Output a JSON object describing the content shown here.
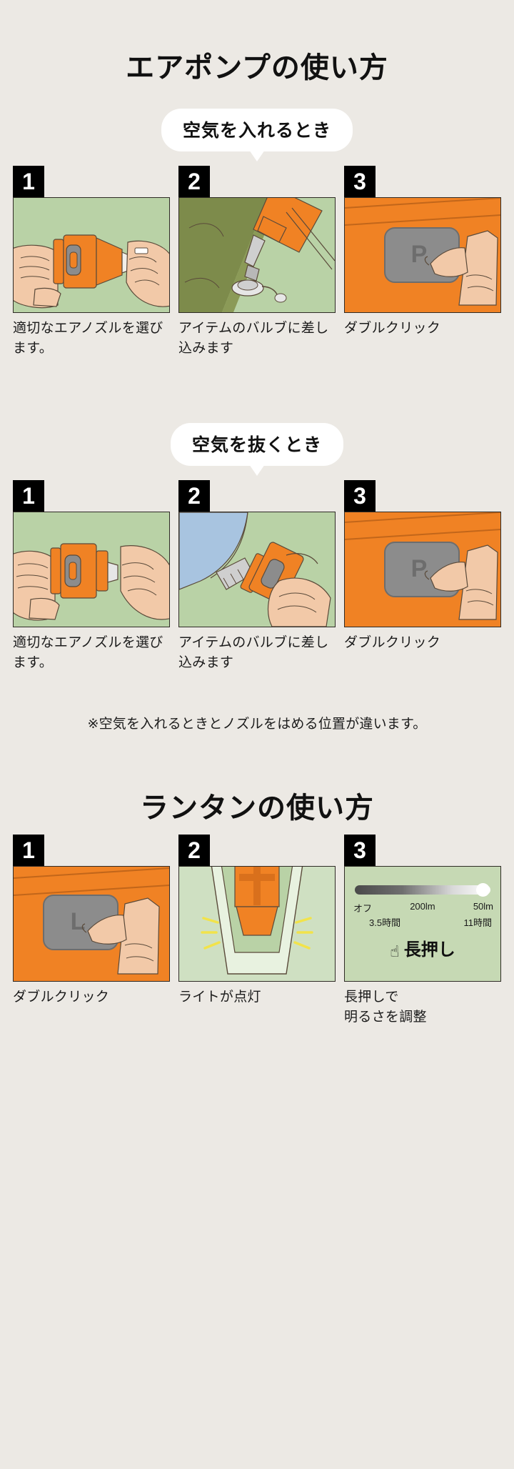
{
  "theme": {
    "background": "#ece9e4",
    "accent_orange": "#f08224",
    "panel_green": "#b9d2a6",
    "panel_green_dark": "#7d8b4b",
    "badge_black": "#000000",
    "pill_white": "#ffffff",
    "skin": "#f2c9a8",
    "gray_button": "#8c8c8c",
    "blue": "#a8c4e0"
  },
  "sections": [
    {
      "id": "air-pump",
      "title": "エアポンプの使い方",
      "groups": [
        {
          "id": "inflate",
          "badge": "空気を入れるとき",
          "steps": [
            {
              "number": "1",
              "caption": "適切なエアノズルを選びます。",
              "scene": "hand-holding-pump-nozzle"
            },
            {
              "number": "2",
              "caption": "アイテムのバルブに差し込みます",
              "scene": "pump-inserted-into-valve"
            },
            {
              "number": "3",
              "caption": "ダブルクリック",
              "scene": "finger-pressing-p-button"
            }
          ]
        },
        {
          "id": "deflate",
          "badge": "空気を抜くとき",
          "steps": [
            {
              "number": "1",
              "caption": "適切なエアノズルを選びます。",
              "scene": "hand-attaching-nozzle"
            },
            {
              "number": "2",
              "caption": "アイテムのバルブに差し込みます",
              "scene": "pump-on-deflate-port"
            },
            {
              "number": "3",
              "caption": "ダブルクリック",
              "scene": "finger-pressing-p-button"
            }
          ]
        }
      ],
      "note": "※空気を入れるときとノズルをはめる位置が違います。"
    },
    {
      "id": "lantern",
      "title": "ランタンの使い方",
      "groups": [
        {
          "id": "lantern-steps",
          "badge": null,
          "steps": [
            {
              "number": "1",
              "caption": "ダブルクリック",
              "scene": "finger-pressing-l-button"
            },
            {
              "number": "2",
              "caption": "ライトが点灯",
              "scene": "lantern-lit"
            },
            {
              "number": "3",
              "caption": "長押しで\n明るさを調整",
              "scene": "brightness-slider"
            }
          ]
        }
      ]
    }
  ],
  "buttons": {
    "pump_label": "P",
    "lantern_label": "L"
  },
  "slider": {
    "mode_labels": [
      "オフ",
      "200lm",
      "50lm"
    ],
    "time_labels": [
      "3.5時間",
      "11時間"
    ],
    "press_label": "長押し",
    "press_icon": "hand-press-icon",
    "knob_position_percent": 92
  },
  "captions_lantern": {
    "step3_line1": "長押しで",
    "step3_line2": "明るさを調整"
  }
}
